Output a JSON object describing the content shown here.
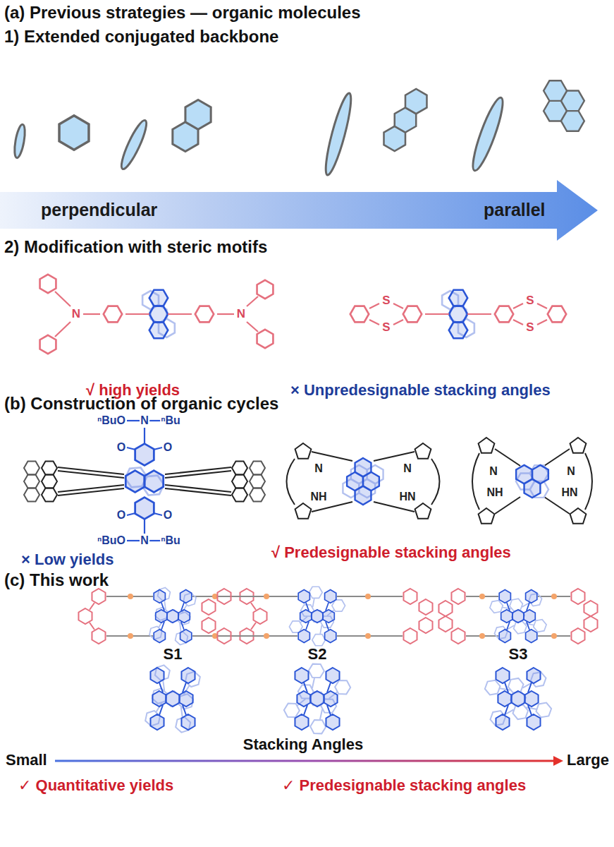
{
  "diagram": {
    "labels": [
      "(a) Previous strategies — organic molecules",
      "1) Extended conjugated backbone",
      "perpendicular",
      "parallel",
      "2) Modification with steric motifs",
      "N",
      "N",
      "S",
      "S",
      "S",
      "S",
      "√ high yields",
      "× Unpredesignable stacking angles",
      "(b) Construction of organic cycles",
      "ⁿBuO",
      "N",
      "ⁿBu",
      "O",
      "O",
      "O",
      "O",
      "ⁿBuO",
      "N",
      "ⁿBu",
      "× Low yields",
      "√ Predesignable stacking angles",
      "N",
      "N",
      "NH",
      "HN",
      "N",
      "N",
      "NH",
      "HN",
      "(c) This work",
      "S1",
      "S2",
      "S3",
      "Stacking Angles",
      "Small",
      "Large",
      "✓ Quantitative yields",
      "✓ Predesignable stacking angles"
    ]
  }
}
